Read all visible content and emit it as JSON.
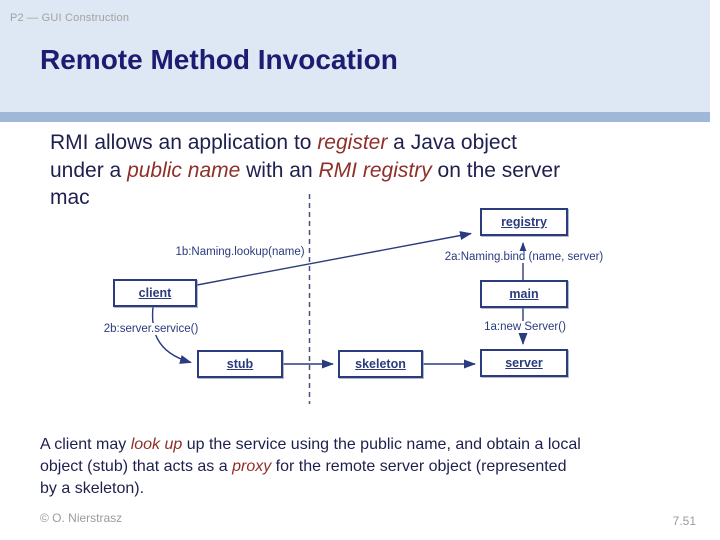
{
  "slide": {
    "header_label": "P2 — GUI Construction",
    "title": "Remote Method Invocation",
    "footer_left": "© O. Nierstrasz",
    "page_number": "7.51"
  },
  "colors": {
    "header_bg": "#dde8f4",
    "divider": "#9fb8d7",
    "title": "#1c1c72",
    "body_text": "#1f1f4f",
    "emphasis": "#8e2f2a",
    "diagram": "#2a3b7e",
    "muted": "#9b9b9b",
    "muted_header": "#a5a19b"
  },
  "body_paragraph": {
    "lines": [
      [
        {
          "text": "RMI allows an application to "
        },
        {
          "text": "register",
          "em": true
        },
        {
          "text": " a Java object"
        }
      ],
      [
        {
          "text": "under a "
        },
        {
          "text": "public name",
          "em": true
        },
        {
          "text": " with an "
        },
        {
          "text": "RMI registry",
          "em": true
        },
        {
          "text": " on the server"
        }
      ],
      [
        {
          "text": "mac"
        }
      ]
    ]
  },
  "bottom_paragraph": {
    "lines": [
      [
        {
          "text": "A client may "
        },
        {
          "text": "look up",
          "em": true
        },
        {
          "text": " up the service using the public name, and obtain a local"
        }
      ],
      [
        {
          "text": "object (stub) that acts as a "
        },
        {
          "text": "proxy",
          "em": true
        },
        {
          "text": " for the remote server object (represented"
        }
      ],
      [
        {
          "text": "by a skeleton)."
        }
      ]
    ]
  },
  "diagram": {
    "boxes": {
      "client": "client",
      "registry": "registry",
      "main": "main",
      "stub": "stub",
      "skeleton": "skeleton",
      "server": "server"
    },
    "labels": {
      "lookup": "1b:Naming.lookup(name)",
      "bind": "2a:Naming.bind (name, server)",
      "service": "2b:server.service()",
      "new_server": "1a:new Server()"
    }
  }
}
